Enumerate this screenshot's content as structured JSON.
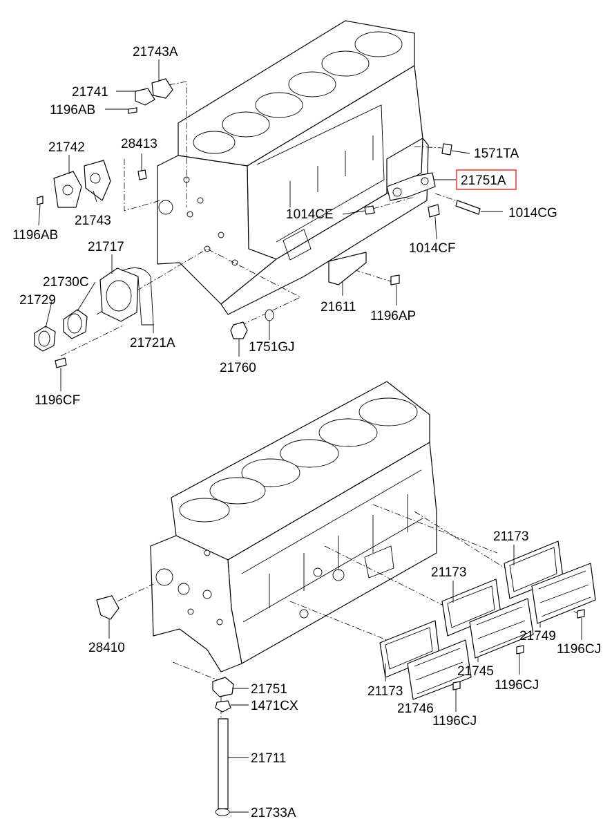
{
  "accent_color": "#e8403a",
  "labels": {
    "p21743A": "21743A",
    "p21741": "21741",
    "p1196AB_top": "1196AB",
    "p21742": "21742",
    "p28413": "28413",
    "p21743": "21743",
    "p1196AB_left": "1196AB",
    "p21717": "21717",
    "p21730C": "21730C",
    "p21729": "21729",
    "p21721A": "21721A",
    "p1196CF": "1196CF",
    "p21760": "21760",
    "p1751GJ": "1751GJ",
    "p21611": "21611",
    "p1196AP": "1196AP",
    "p1571TA": "1571TA",
    "p21751A": "21751A",
    "p1014CE": "1014CE",
    "p1014CG": "1014CG",
    "p1014CF": "1014CF",
    "p28410": "28410",
    "p21173_a": "21173",
    "p21173_b": "21173",
    "p21173_c": "21173",
    "p21749": "21749",
    "p1196CJ_a": "1196CJ",
    "p21745": "21745",
    "p1196CJ_b": "1196CJ",
    "p21746": "21746",
    "p1196CJ_c": "1196CJ",
    "p21751": "21751",
    "p1471CX": "1471CX",
    "p21711": "21711",
    "p21733A": "21733A"
  }
}
